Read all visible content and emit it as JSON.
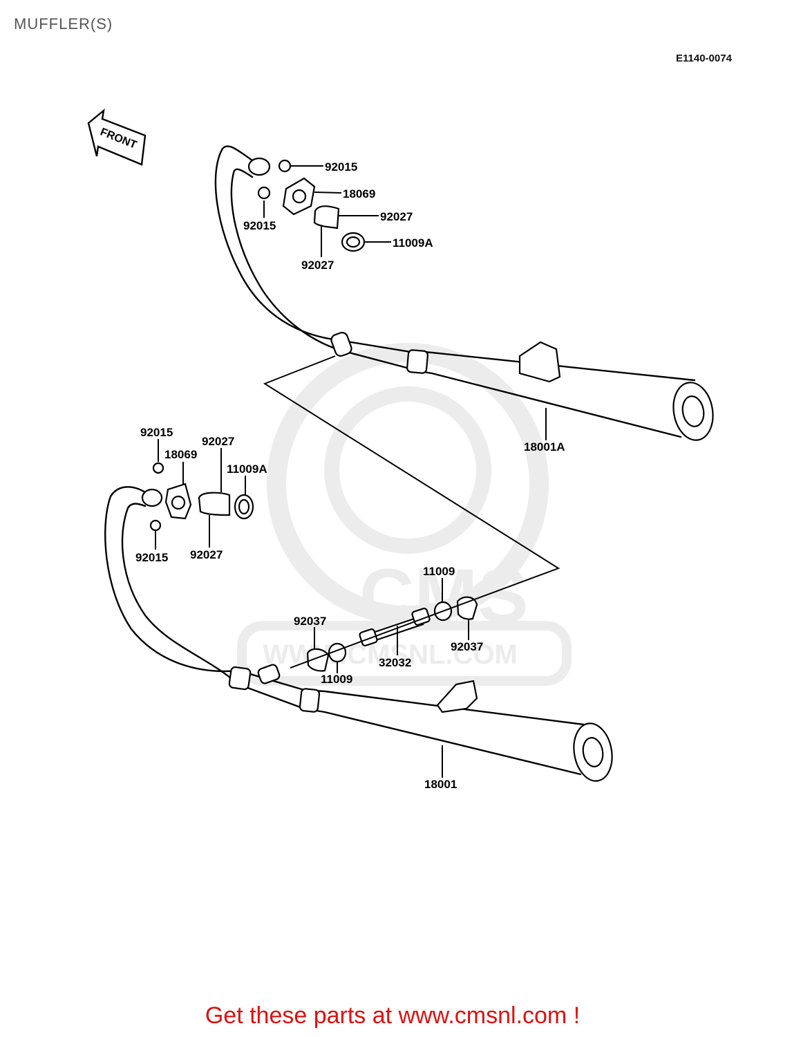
{
  "header": {
    "title": "MUFFLER(S)",
    "diagram_code": "E1140-0074"
  },
  "arrow": {
    "label": "FRONT"
  },
  "watermark": {
    "logo_text": "CMS",
    "url_text": "WWW.CMSNL.COM"
  },
  "callouts": [
    {
      "id": "c1",
      "text": "92015"
    },
    {
      "id": "c2",
      "text": "18069"
    },
    {
      "id": "c3",
      "text": "92015"
    },
    {
      "id": "c4",
      "text": "92027"
    },
    {
      "id": "c5",
      "text": "11009A"
    },
    {
      "id": "c6",
      "text": "92027"
    },
    {
      "id": "c7",
      "text": "18001A"
    },
    {
      "id": "c8",
      "text": "92015"
    },
    {
      "id": "c9",
      "text": "92027"
    },
    {
      "id": "c10",
      "text": "18069"
    },
    {
      "id": "c11",
      "text": "11009A"
    },
    {
      "id": "c12",
      "text": "92015"
    },
    {
      "id": "c13",
      "text": "92027"
    },
    {
      "id": "c14",
      "text": "11009"
    },
    {
      "id": "c15",
      "text": "92037"
    },
    {
      "id": "c16",
      "text": "92037"
    },
    {
      "id": "c17",
      "text": "32032"
    },
    {
      "id": "c18",
      "text": "11009"
    },
    {
      "id": "c19",
      "text": "18001"
    }
  ],
  "footer": {
    "cta": "Get these parts at www.cmsnl.com !"
  },
  "colors": {
    "cta": "#dd1111",
    "title": "#555555",
    "watermark": "#ececec"
  }
}
